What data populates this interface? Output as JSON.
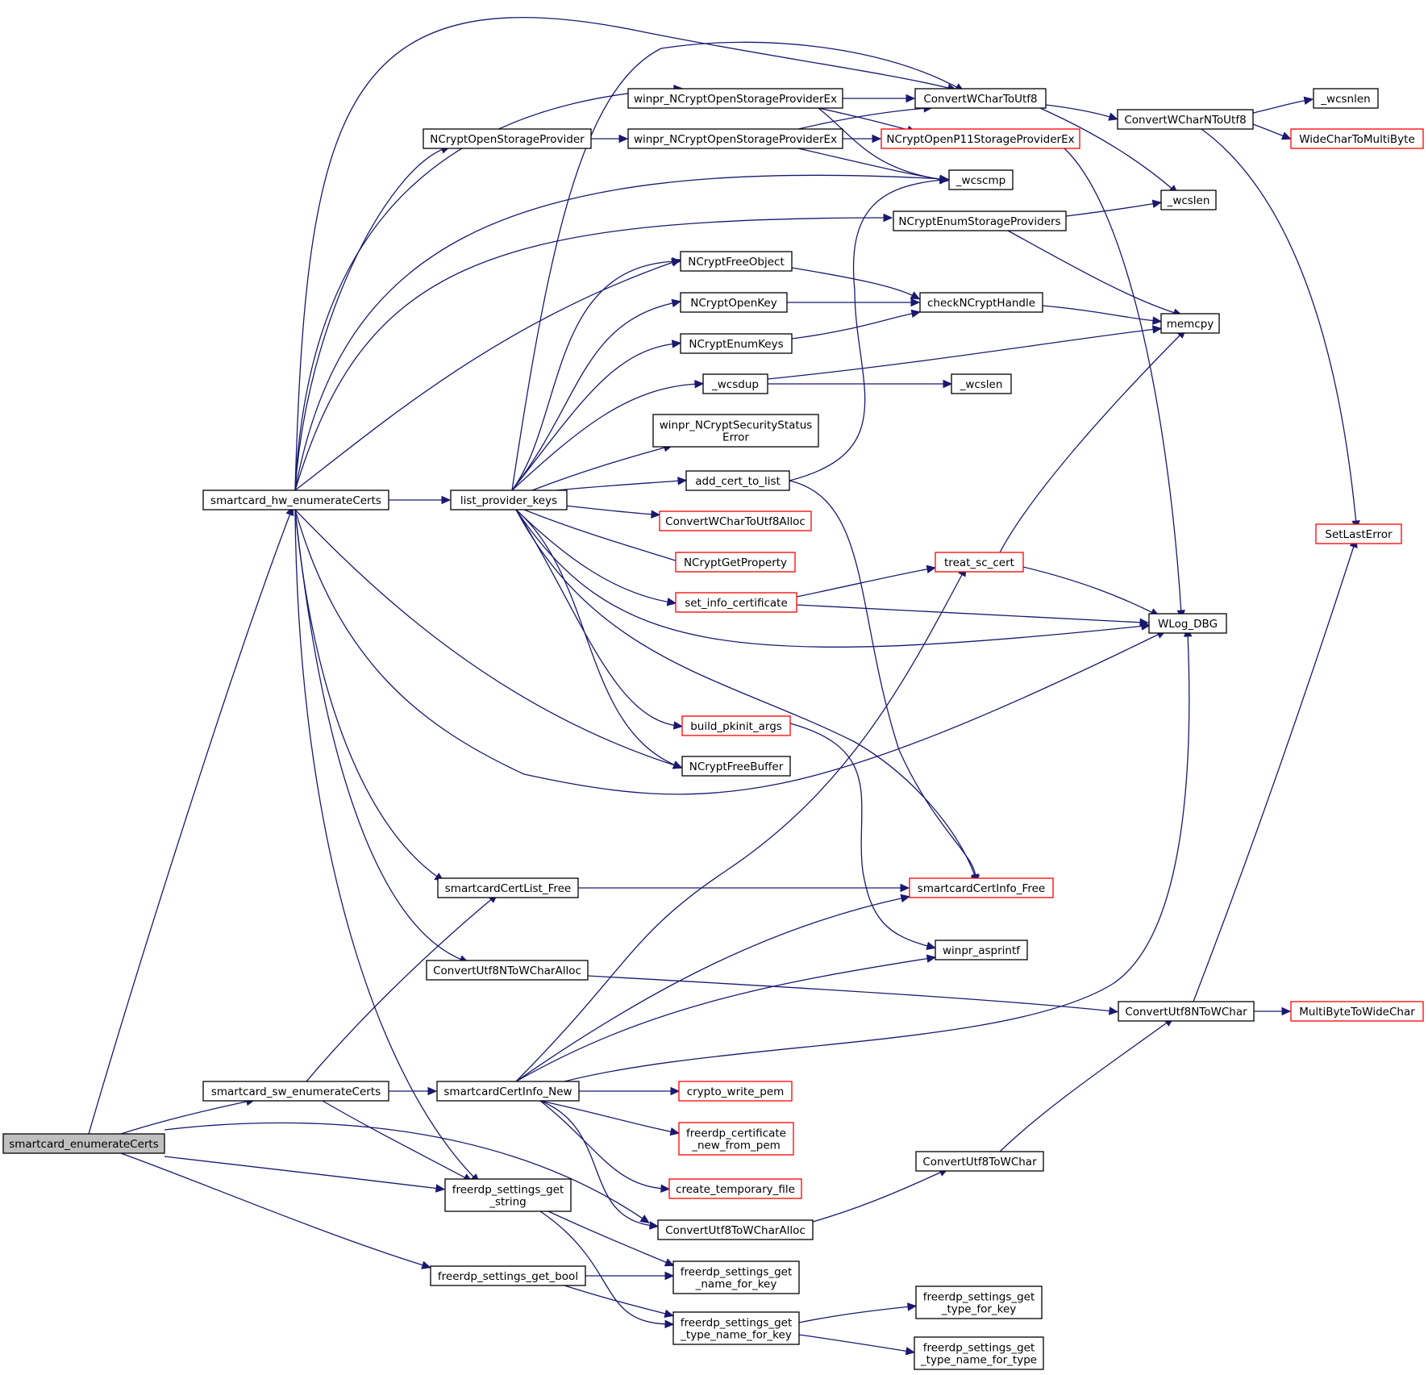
{
  "colors": {
    "edge": "#191970",
    "node_border": "#000000",
    "truncated_node_border": "#ff0000",
    "root_fill": "#bfbfbf",
    "background": "#ffffff"
  },
  "nodes": [
    {
      "id": "root",
      "lines": [
        "smartcard_enumerateCerts"
      ],
      "style": "root"
    },
    {
      "id": "hw",
      "lines": [
        "smartcard_hw_enumerateCerts"
      ]
    },
    {
      "id": "sw",
      "lines": [
        "smartcard_sw_enumerateCerts"
      ]
    },
    {
      "id": "lpk",
      "lines": [
        "list_provider_keys"
      ]
    },
    {
      "id": "ncosp",
      "lines": [
        "NCryptOpenStorageProvider"
      ]
    },
    {
      "id": "wncospex1",
      "lines": [
        "winpr_NCryptOpenStorageProviderEx"
      ]
    },
    {
      "id": "wncospex2",
      "lines": [
        "winpr_NCryptOpenStorageProviderEx"
      ]
    },
    {
      "id": "cwc2u8",
      "lines": [
        "ConvertWCharToUtf8"
      ]
    },
    {
      "id": "cwcn2u8",
      "lines": [
        "ConvertWCharNToUtf8"
      ]
    },
    {
      "id": "wcsnlen",
      "lines": [
        "_wcsnlen"
      ]
    },
    {
      "id": "wc2mb",
      "lines": [
        "WideCharToMultiByte"
      ],
      "style": "red"
    },
    {
      "id": "p11",
      "lines": [
        "NCryptOpenP11StorageProviderEx"
      ],
      "style": "red"
    },
    {
      "id": "wcscmp",
      "lines": [
        "_wcscmp"
      ]
    },
    {
      "id": "wcslen1",
      "lines": [
        "_wcslen"
      ]
    },
    {
      "id": "ncesp",
      "lines": [
        "NCryptEnumStorageProviders"
      ]
    },
    {
      "id": "ncfo",
      "lines": [
        "NCryptFreeObject"
      ]
    },
    {
      "id": "ncok",
      "lines": [
        "NCryptOpenKey"
      ]
    },
    {
      "id": "ncek",
      "lines": [
        "NCryptEnumKeys"
      ]
    },
    {
      "id": "cnh",
      "lines": [
        "checkNCryptHandle"
      ]
    },
    {
      "id": "memcpy",
      "lines": [
        "memcpy"
      ]
    },
    {
      "id": "wcsdup",
      "lines": [
        "_wcsdup"
      ]
    },
    {
      "id": "wcslen2",
      "lines": [
        "_wcslen"
      ]
    },
    {
      "id": "wnsse",
      "lines": [
        "winpr_NCryptSecurityStatus",
        "Error"
      ]
    },
    {
      "id": "actl",
      "lines": [
        "add_cert_to_list"
      ]
    },
    {
      "id": "cwc2u8a",
      "lines": [
        "ConvertWCharToUtf8Alloc"
      ],
      "style": "red"
    },
    {
      "id": "ncgp",
      "lines": [
        "NCryptGetProperty"
      ],
      "style": "red"
    },
    {
      "id": "sic",
      "lines": [
        "set_info_certificate"
      ],
      "style": "red"
    },
    {
      "id": "tsc",
      "lines": [
        "treat_sc_cert"
      ],
      "style": "red"
    },
    {
      "id": "wlog",
      "lines": [
        "WLog_DBG"
      ]
    },
    {
      "id": "sle",
      "lines": [
        "SetLastError"
      ],
      "style": "red"
    },
    {
      "id": "bpa",
      "lines": [
        "build_pkinit_args"
      ],
      "style": "red"
    },
    {
      "id": "ncfb",
      "lines": [
        "NCryptFreeBuffer"
      ]
    },
    {
      "id": "sclf",
      "lines": [
        "smartcardCertList_Free"
      ]
    },
    {
      "id": "scif",
      "lines": [
        "smartcardCertInfo_Free"
      ],
      "style": "red"
    },
    {
      "id": "wasp",
      "lines": [
        "winpr_asprintf"
      ]
    },
    {
      "id": "cu8nwa",
      "lines": [
        "ConvertUtf8NToWCharAlloc"
      ]
    },
    {
      "id": "cu8nw",
      "lines": [
        "ConvertUtf8NToWChar"
      ]
    },
    {
      "id": "mb2wc",
      "lines": [
        "MultiByteToWideChar"
      ],
      "style": "red"
    },
    {
      "id": "scin",
      "lines": [
        "smartcardCertInfo_New"
      ]
    },
    {
      "id": "cwp",
      "lines": [
        "crypto_write_pem"
      ],
      "style": "red"
    },
    {
      "id": "fcnfp",
      "lines": [
        "freerdp_certificate",
        "_new_from_pem"
      ],
      "style": "red"
    },
    {
      "id": "ctf",
      "lines": [
        "create_temporary_file"
      ],
      "style": "red"
    },
    {
      "id": "cu8w",
      "lines": [
        "ConvertUtf8ToWChar"
      ]
    },
    {
      "id": "cu8wa",
      "lines": [
        "ConvertUtf8ToWCharAlloc"
      ]
    },
    {
      "id": "fsgs",
      "lines": [
        "freerdp_settings_get",
        "_string"
      ]
    },
    {
      "id": "fsgb",
      "lines": [
        "freerdp_settings_get_bool"
      ]
    },
    {
      "id": "fsgnfk",
      "lines": [
        "freerdp_settings_get",
        "_name_for_key"
      ]
    },
    {
      "id": "fsgtnfk",
      "lines": [
        "freerdp_settings_get",
        "_type_name_for_key"
      ]
    },
    {
      "id": "fsgtfk",
      "lines": [
        "freerdp_settings_get",
        "_type_for_key"
      ]
    },
    {
      "id": "fsgtnft",
      "lines": [
        "freerdp_settings_get",
        "_type_name_for_type"
      ]
    }
  ]
}
